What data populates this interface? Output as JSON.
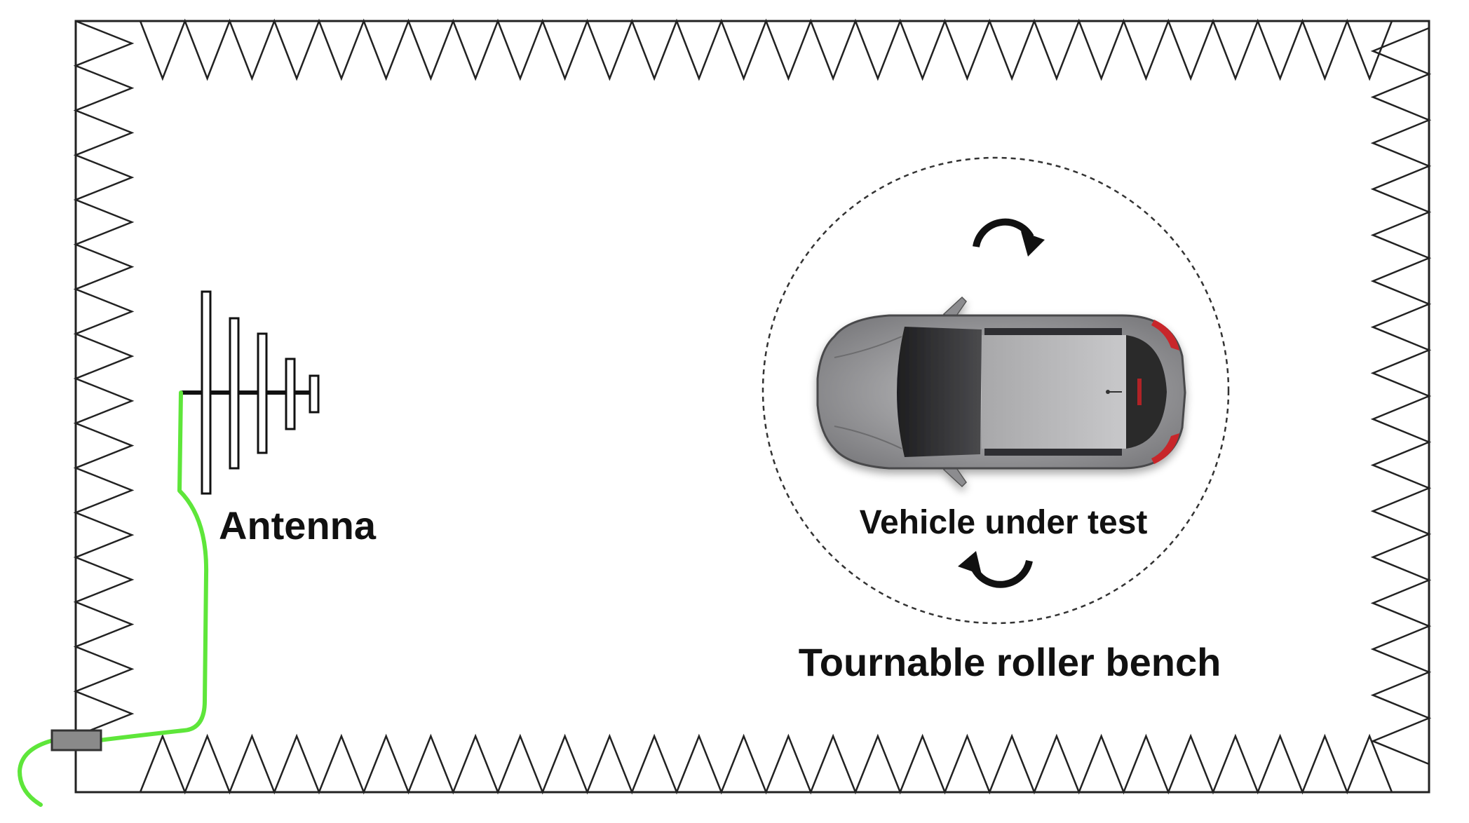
{
  "labels": {
    "antenna": "Antenna",
    "vehicle": "Vehicle under test",
    "bench": "Tournable roller bench"
  },
  "absorbers": {
    "top_count": 28,
    "bottom_count": 28,
    "left_count": 16,
    "right_count": 16
  },
  "colors": {
    "cable": "#5ee63a",
    "outline": "#222222",
    "connector": "#8a8a8a",
    "car_body": "#9a9a9c",
    "car_glass": "#2e2e30",
    "car_roof": "#b9b9bb",
    "taillight": "#c8282c"
  },
  "icons": {
    "rotation_top": "rotate-clockwise-arrow-icon",
    "rotation_bottom": "rotate-arrow-icon",
    "vehicle": "car-top-view-icon",
    "antenna": "log-periodic-antenna-icon"
  }
}
